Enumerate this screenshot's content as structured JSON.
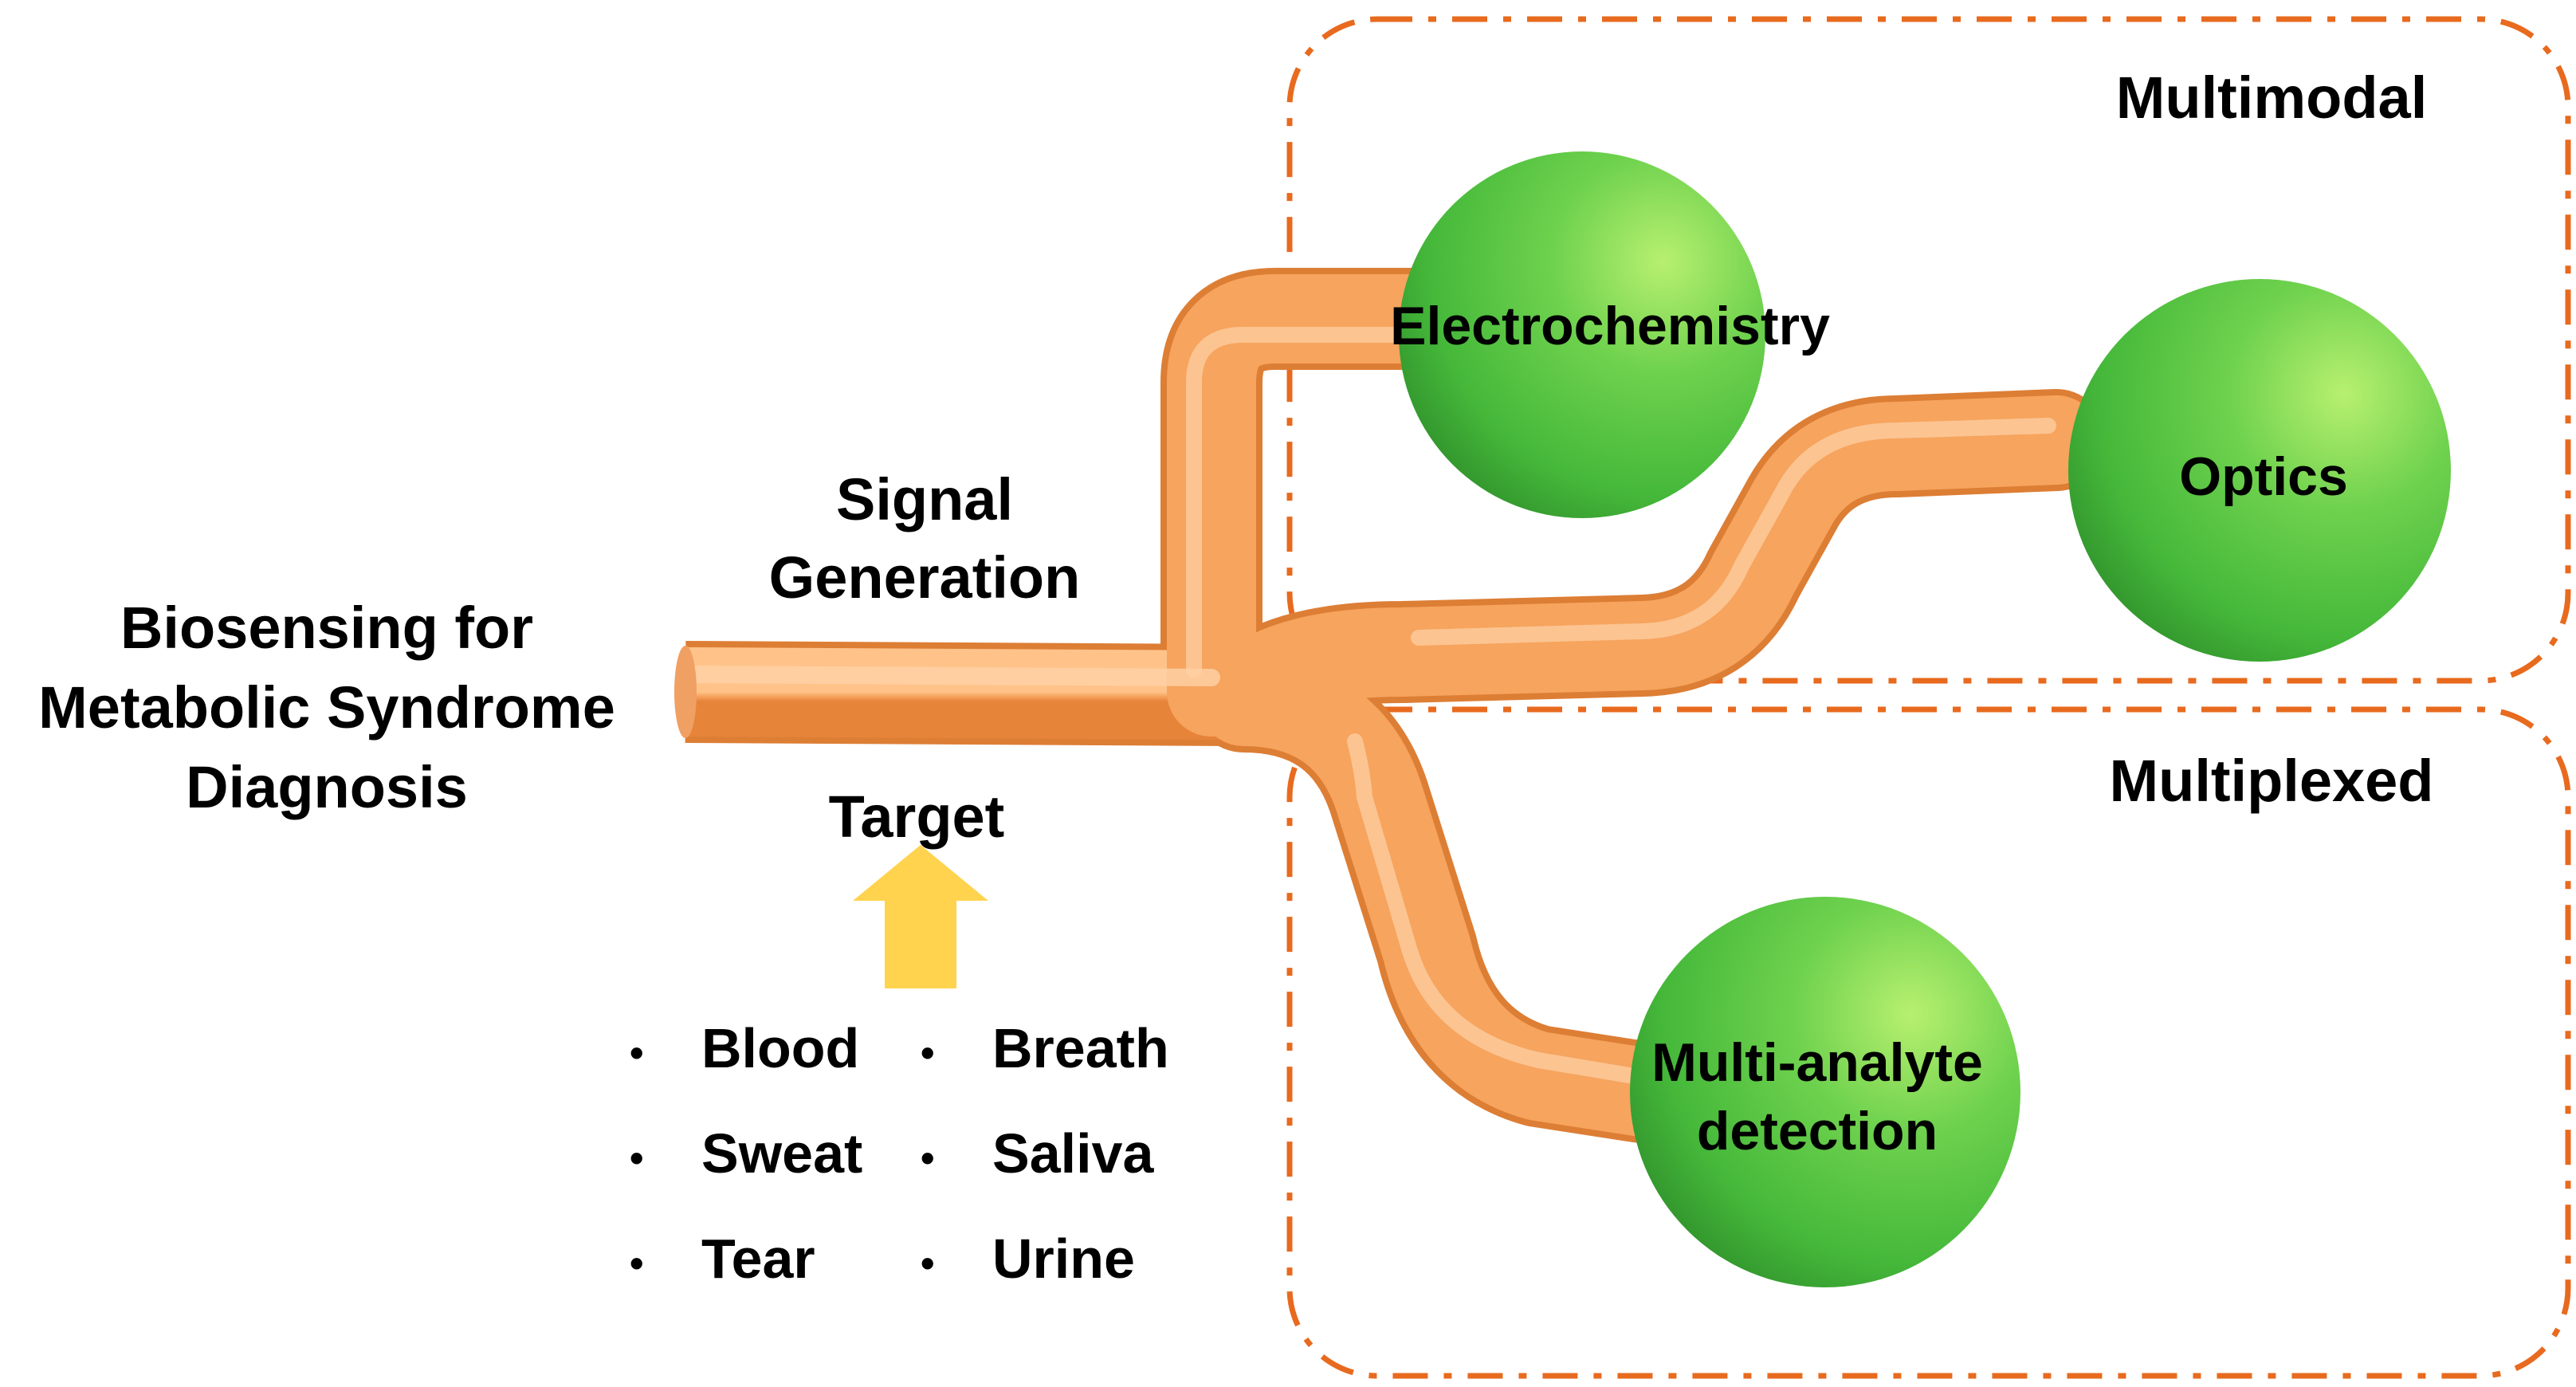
{
  "title_lines": [
    "Biosensing for",
    "Metabolic Syndrome",
    "Diagnosis"
  ],
  "signal_generation": [
    "Signal",
    "Generation"
  ],
  "target": "Target",
  "sample_types": [
    "Blood",
    "Breath",
    "Sweat",
    "Saliva",
    "Tear",
    "Urine"
  ],
  "bullet_glyph": "•",
  "groups": {
    "multimodal": {
      "title": "Multimodal",
      "nodes": [
        "Electrochemistry",
        "Optics"
      ]
    },
    "multiplexed": {
      "title": "Multiplexed",
      "nodes": [
        [
          "Multi-analyte",
          "detection"
        ]
      ]
    }
  },
  "colors": {
    "tube": "#F5A25C",
    "tube_dark": "#E07F33",
    "sphere_light": "#B8F070",
    "sphere_mid": "#52C33E",
    "sphere_dark": "#2E8E2A",
    "box_border": "#E86A1E",
    "arrow": "#FFD34E"
  },
  "icons": {
    "arrow": "up-arrow-icon"
  }
}
